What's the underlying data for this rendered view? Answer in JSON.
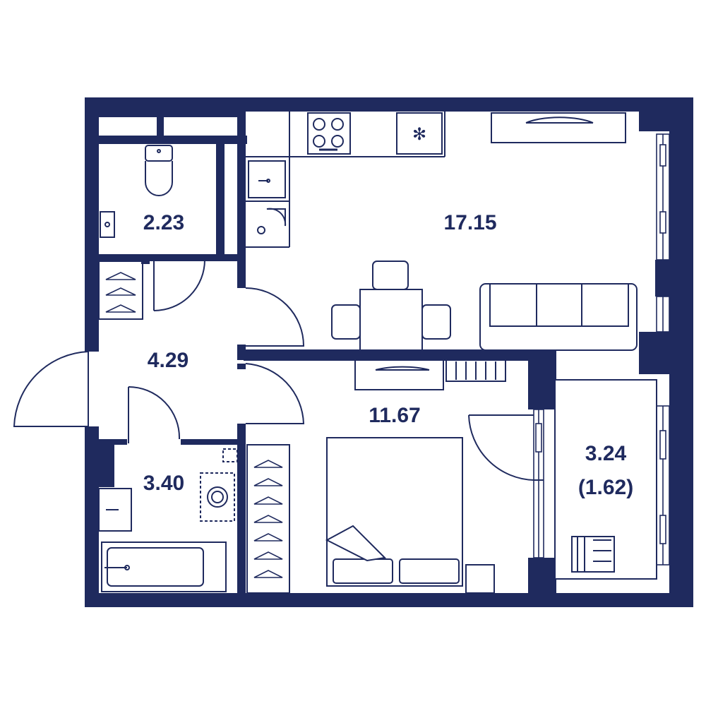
{
  "colors": {
    "wall": "#1f2a5e",
    "line": "#1f2a5e",
    "background": "#ffffff"
  },
  "rooms": {
    "wc": {
      "area": "2.23"
    },
    "kitchen_living": {
      "area": "17.15"
    },
    "hall": {
      "area": "4.29"
    },
    "bedroom": {
      "area": "11.67"
    },
    "bathroom": {
      "area": "3.40"
    },
    "loggia": {
      "area": "3.24",
      "area_reduced": "(1.62)"
    }
  },
  "icons": [
    "toilet-icon",
    "sink-icon",
    "stove-icon",
    "fridge-icon",
    "washing-machine-icon",
    "dining-table-icon",
    "sofa-icon",
    "bed-icon",
    "bathtub-icon",
    "hanger-icon",
    "radiator-icon",
    "deck-chair-icon",
    "window-icon",
    "door-icon"
  ]
}
